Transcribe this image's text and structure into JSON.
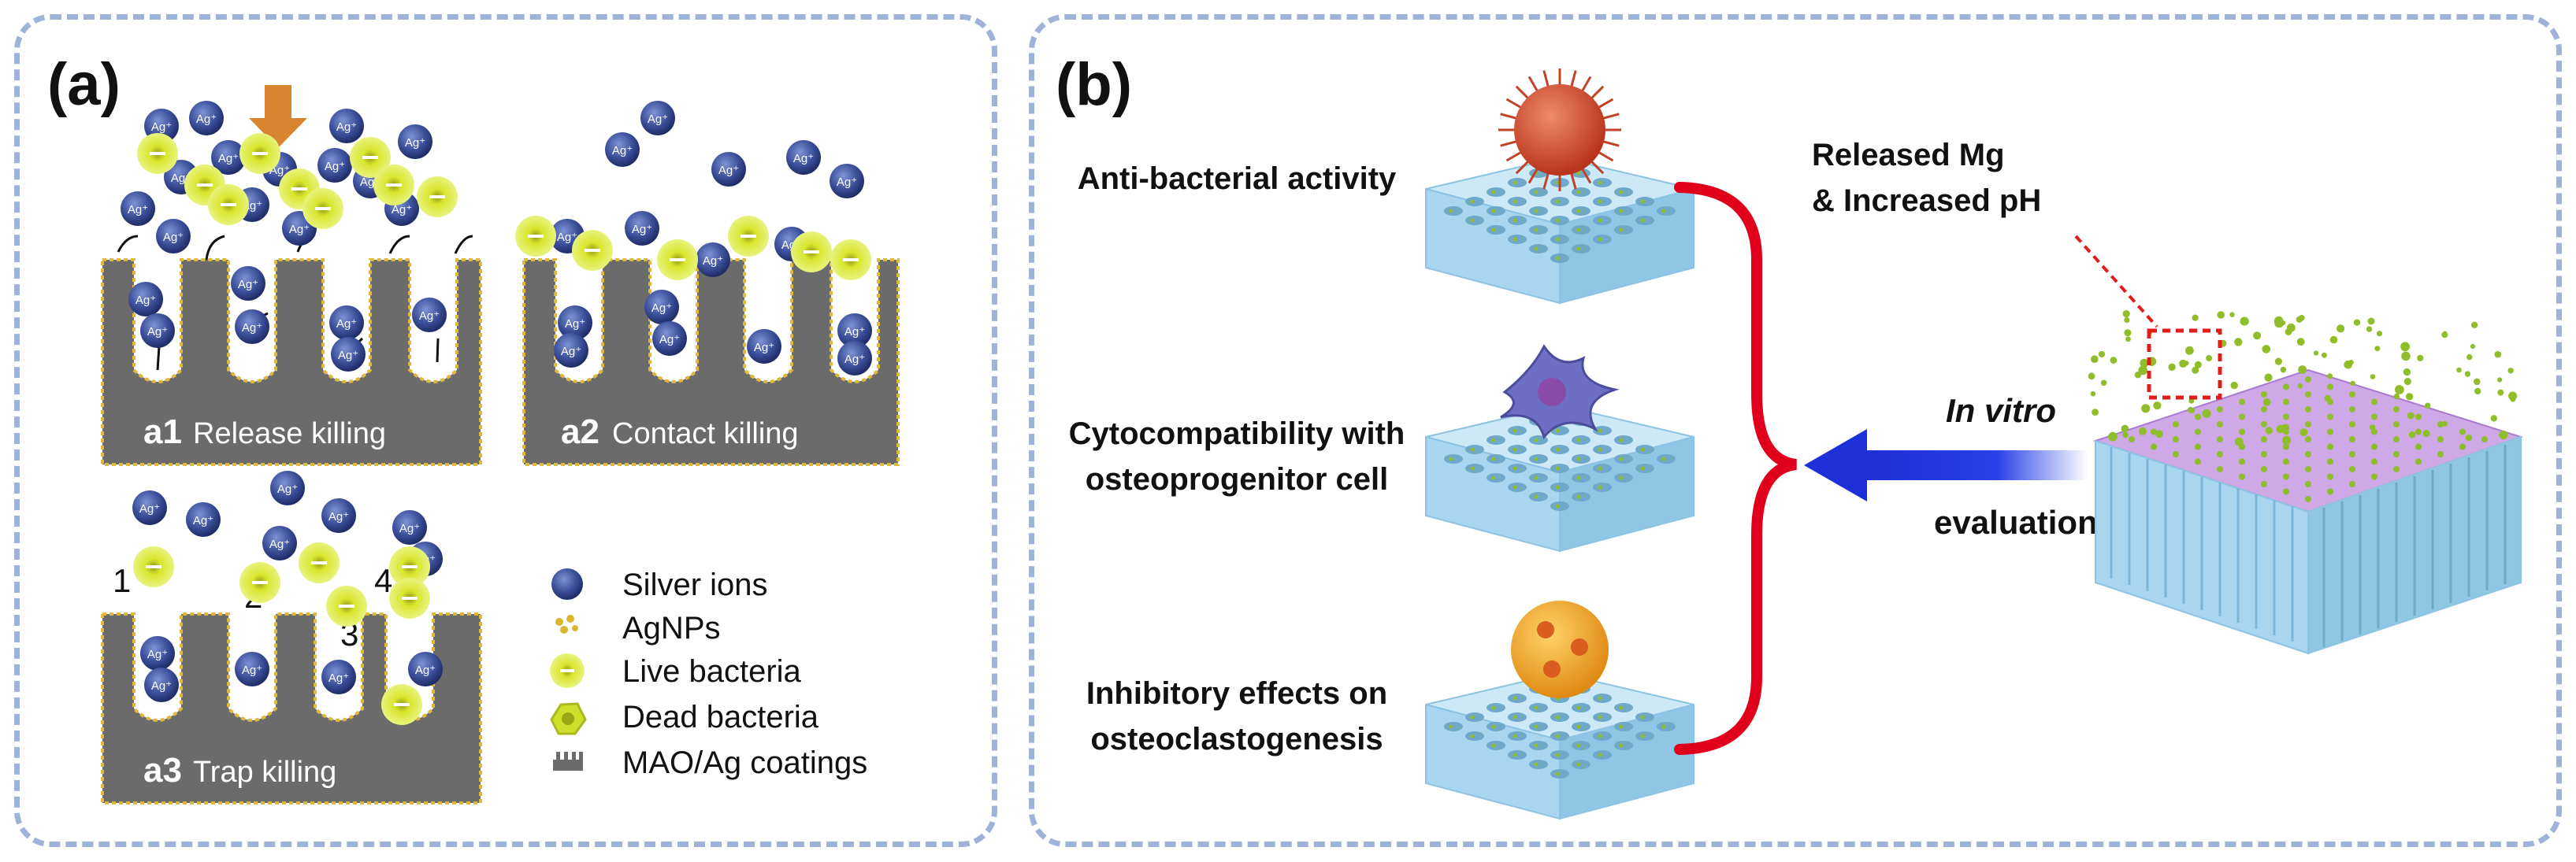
{
  "panel_a": {
    "label": "(a)",
    "sub_panels": [
      {
        "id": "a1",
        "name": "Release killing"
      },
      {
        "id": "a2",
        "name": "Contact killing"
      },
      {
        "id": "a3",
        "name": "Trap killing"
      }
    ],
    "ion_symbol": "Ag⁺",
    "trap_numbers": [
      "1",
      "2",
      "3",
      "4"
    ],
    "legend": [
      {
        "icon": "silver-ion",
        "label": "Silver ions"
      },
      {
        "icon": "agnp",
        "label": "AgNPs"
      },
      {
        "icon": "live-bacteria",
        "label": "Live bacteria"
      },
      {
        "icon": "dead-bacteria",
        "label": "Dead bacteria"
      },
      {
        "icon": "mao-ag-coating",
        "label": "MAO/Ag coatings"
      }
    ]
  },
  "panel_b": {
    "label": "(b)",
    "evaluations": [
      {
        "lines": [
          "Anti-bacterial activity"
        ]
      },
      {
        "lines": [
          "Cytocompatibility with",
          "osteoprogenitor cell"
        ]
      },
      {
        "lines": [
          "Inhibitory effects on",
          "osteoclastogenesis"
        ]
      }
    ],
    "release_note": [
      "Released Mg",
      "& Increased pH"
    ],
    "arrow_top_label": "In vitro",
    "arrow_bottom_label": "evaluation"
  },
  "colors": {
    "border": "#9fb2d8",
    "substrate": "#6b6b6b",
    "silver_ion": "#3b4f9a",
    "bacteria": "#cfe02b",
    "pillar": "#a9d6ef",
    "brace": "#e0001b",
    "arrow": "#1d2fd6",
    "mg_particle": "#8fbe2a",
    "highlight_box": "#e21b1b",
    "top_arrow": "#d9842e"
  }
}
